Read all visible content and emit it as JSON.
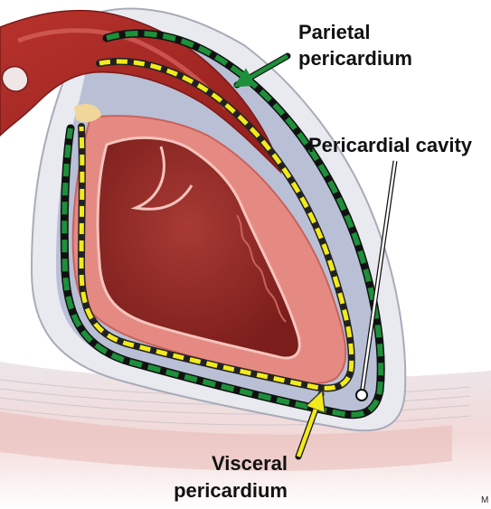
{
  "labels": {
    "parietal_line1": "Parietal",
    "parietal_line2": "pericardium",
    "cavity": "Pericardial cavity",
    "visceral_line1": "Visceral",
    "visceral_line2": "pericardium",
    "corner_mark": "M"
  },
  "colors": {
    "parietal_layer": "#1e8f3a",
    "visceral_layer": "#f2ea1a",
    "cavity_arrow": "#ffffff"
  }
}
